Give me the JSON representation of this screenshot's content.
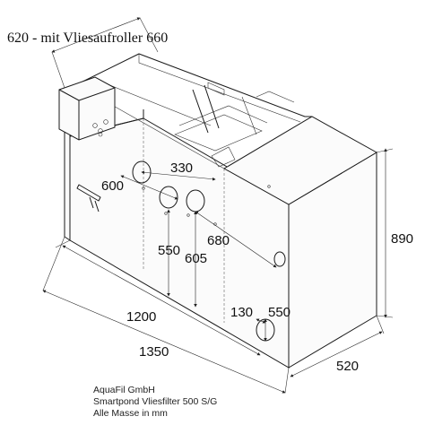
{
  "title": "620 - mit Vliesaufroller 660",
  "dimensions": {
    "d_330": "330",
    "d_600": "600",
    "d_680": "680",
    "d_550_left": "550",
    "d_605": "605",
    "d_1200": "1200",
    "d_1350": "1350",
    "d_130": "130",
    "d_550_right": "550",
    "d_890": "890",
    "d_520": "520"
  },
  "caption": {
    "company": "AquaFil GmbH",
    "product": "Smartpond Vliesfilter 500 S/G",
    "units": "Alle Masse in mm"
  }
}
